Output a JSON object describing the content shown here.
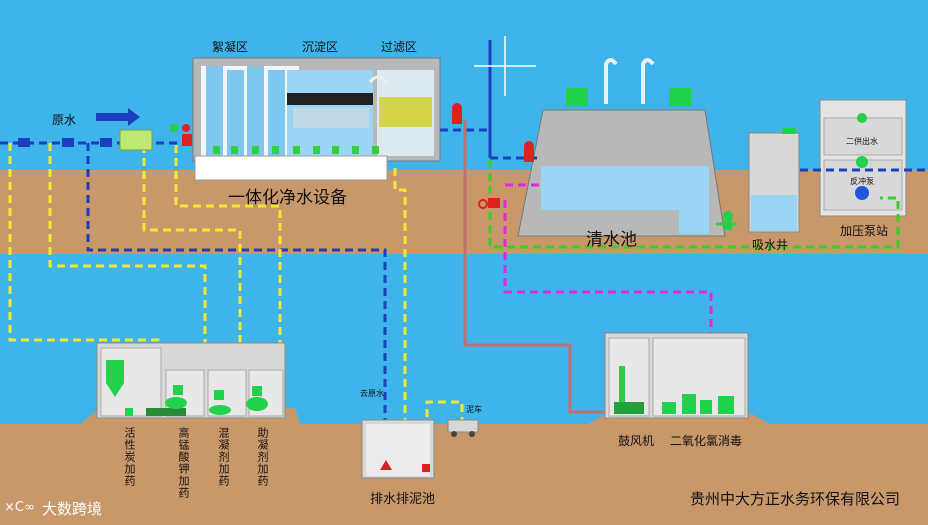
{
  "labels": {
    "raw_water": "原水",
    "flocculation_zone": "絮凝区",
    "sedimentation_zone": "沉淀区",
    "filtration_zone": "过滤区",
    "integrated_equipment": "一体化净水设备",
    "clear_water_tank": "清水池",
    "suction_well": "吸水井",
    "booster_station": "加压泵站",
    "secondary_supply_out": "二供出水",
    "backwash_pump": "反冲泵",
    "to_raw_water": "去原水",
    "sludge_truck": "泥车",
    "drain_sludge_tank": "排水排泥池",
    "blower": "鼓风机",
    "chlorine_dioxide_disinfection": "二氧化氯消毒",
    "dosing": [
      "活性炭加药",
      "高锰酸钾加药",
      "混凝剂加药",
      "助凝剂加药"
    ],
    "company": "贵州中大方正水务环保有限公司",
    "watermark": "大数跨境",
    "watermark_logo": "×C∞"
  },
  "colors": {
    "sky": "#3fb4ea",
    "ground": "#c8976a",
    "pipe_blue": "#1a3fbf",
    "pipe_yellow": "#f2e830",
    "pipe_green": "#39d02b",
    "pipe_magenta": "#e02ae0",
    "pipe_red": "#e02020",
    "pipe_brown": "#b07a6a",
    "equipment_green": "#1fd24a"
  }
}
